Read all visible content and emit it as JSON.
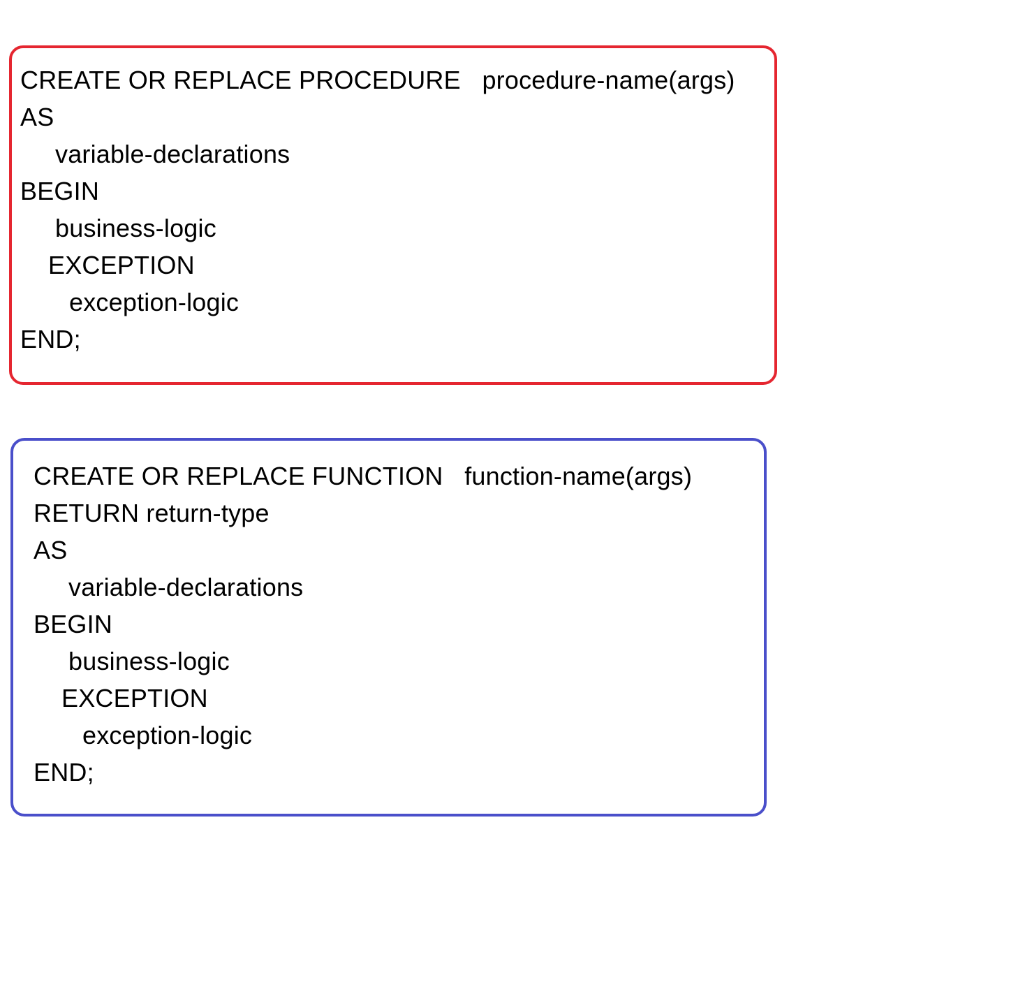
{
  "colors": {
    "procedure_border": "#e52630",
    "function_border": "#4a4fca",
    "text": "#000000",
    "background": "#ffffff"
  },
  "procedure": {
    "lines": [
      {
        "text": "CREATE OR REPLACE PROCEDURE   procedure-name(args)",
        "indent": 0
      },
      {
        "text": "AS",
        "indent": 0
      },
      {
        "text": "variable-declarations",
        "indent": 2
      },
      {
        "text": "BEGIN",
        "indent": 0
      },
      {
        "text": "business-logic",
        "indent": 2
      },
      {
        "text": "EXCEPTION",
        "indent": 1
      },
      {
        "text": "exception-logic",
        "indent": 3
      },
      {
        "text": "END;",
        "indent": 0
      }
    ]
  },
  "function": {
    "lines": [
      {
        "text": "CREATE OR REPLACE FUNCTION   function-name(args)",
        "indent": 0
      },
      {
        "text": "RETURN return-type",
        "indent": 0
      },
      {
        "text": "AS",
        "indent": 0
      },
      {
        "text": "variable-declarations",
        "indent": 2
      },
      {
        "text": "BEGIN",
        "indent": 0
      },
      {
        "text": "business-logic",
        "indent": 2
      },
      {
        "text": "EXCEPTION",
        "indent": 1
      },
      {
        "text": "exception-logic",
        "indent": 3
      },
      {
        "text": "END;",
        "indent": 0
      }
    ]
  }
}
